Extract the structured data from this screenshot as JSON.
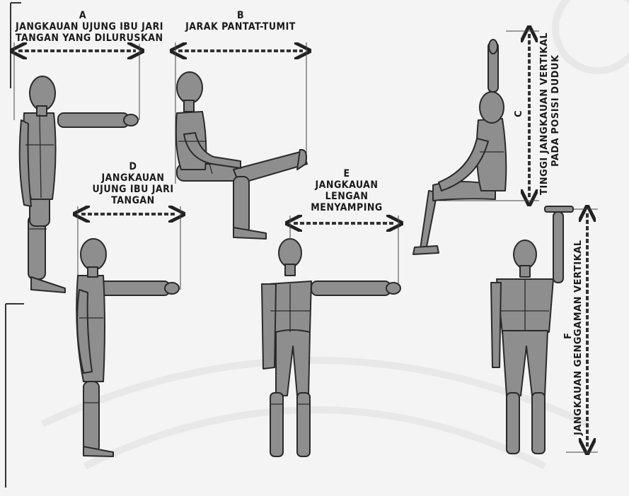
{
  "figures": [
    {
      "id": "A",
      "letter": "A",
      "lines": [
        "JANGKAUAN UJUNG IBU JARI",
        "TANGAN YANG DILURUSKAN"
      ]
    },
    {
      "id": "B",
      "letter": "B",
      "lines": [
        "JARAK PANTAT-TUMIT"
      ]
    },
    {
      "id": "C",
      "letter": "C",
      "lines": [
        "TINGGI JANGKAUAN VERTIKAL",
        "PADA POSISI DUDUK"
      ]
    },
    {
      "id": "D",
      "letter": "D",
      "lines": [
        "JANGKAUAN",
        "UJUNG IBU JARI",
        "TANGAN"
      ]
    },
    {
      "id": "E",
      "letter": "E",
      "lines": [
        "JANGKAUAN",
        "LENGAN",
        "MENYAMPING"
      ]
    },
    {
      "id": "F",
      "letter": "F",
      "lines": [
        "JANGKAUAN GENGGAMAN VERTIKAL"
      ]
    }
  ],
  "colors": {
    "body": "#8e8e8e",
    "outline": "#2a2a2a",
    "background": "#f4f4f4",
    "text": "#1a1a1a"
  }
}
